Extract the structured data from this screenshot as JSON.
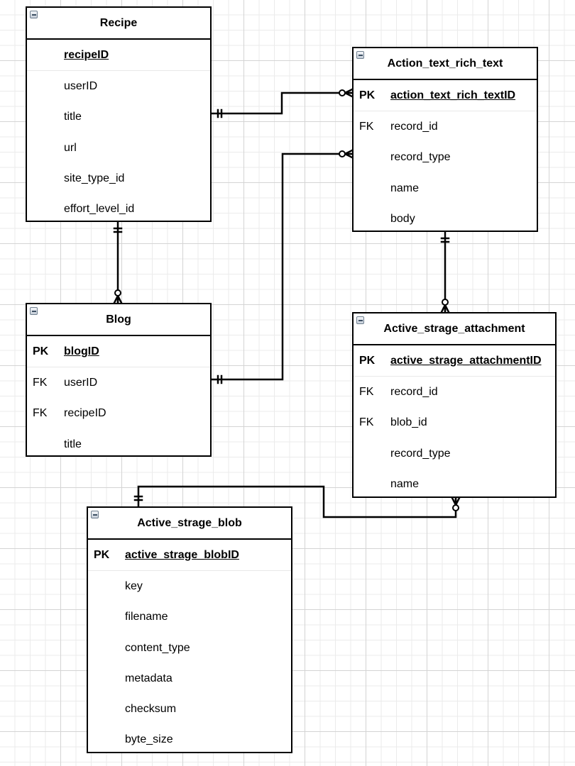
{
  "entities": {
    "recipe": {
      "title": "Recipe",
      "rows": [
        {
          "key": "",
          "name": "recipeID",
          "pk": true
        },
        {
          "key": "",
          "name": "userID"
        },
        {
          "key": "",
          "name": "title"
        },
        {
          "key": "",
          "name": "url"
        },
        {
          "key": "",
          "name": "site_type_id"
        },
        {
          "key": "",
          "name": "effort_level_id"
        }
      ]
    },
    "action_text_rich_text": {
      "title": "Action_text_rich_text",
      "rows": [
        {
          "key": "PK",
          "name": "action_text_rich_textID",
          "pk": true
        },
        {
          "key": "FK",
          "name": "record_id"
        },
        {
          "key": "",
          "name": "record_type"
        },
        {
          "key": "",
          "name": "name"
        },
        {
          "key": "",
          "name": "body"
        }
      ]
    },
    "blog": {
      "title": "Blog",
      "rows": [
        {
          "key": "PK",
          "name": "blogID",
          "pk": true
        },
        {
          "key": "FK",
          "name": "userID"
        },
        {
          "key": "FK",
          "name": "recipeID"
        },
        {
          "key": "",
          "name": "title"
        }
      ]
    },
    "active_strage_attachment": {
      "title": "Active_strage_attachment",
      "rows": [
        {
          "key": "PK",
          "name": "active_strage_attachmentID",
          "pk": true
        },
        {
          "key": "FK",
          "name": "record_id"
        },
        {
          "key": "FK",
          "name": "blob_id"
        },
        {
          "key": "",
          "name": "record_type"
        },
        {
          "key": "",
          "name": "name"
        }
      ]
    },
    "active_strage_blob": {
      "title": "Active_strage_blob",
      "rows": [
        {
          "key": "PK",
          "name": "active_strage_blobID",
          "pk": true
        },
        {
          "key": "",
          "name": "key"
        },
        {
          "key": "",
          "name": "filename"
        },
        {
          "key": "",
          "name": "content_type"
        },
        {
          "key": "",
          "name": "metadata"
        },
        {
          "key": "",
          "name": "checksum"
        },
        {
          "key": "",
          "name": "byte_size"
        }
      ]
    }
  },
  "relationships": [
    {
      "from": "recipe",
      "to": "action_text_rich_text",
      "from_end": "one-mandatory",
      "to_end": "zero-or-many"
    },
    {
      "from": "blog",
      "to": "action_text_rich_text",
      "from_end": "one-mandatory",
      "to_end": "zero-or-many"
    },
    {
      "from": "recipe",
      "to": "blog",
      "from_end": "one-mandatory",
      "to_end": "zero-or-many"
    },
    {
      "from": "action_text_rich_text",
      "to": "active_strage_attachment",
      "from_end": "one-mandatory",
      "to_end": "zero-or-many"
    },
    {
      "from": "active_strage_blob",
      "to": "active_strage_attachment",
      "from_end": "one-mandatory",
      "to_end": "zero-or-many"
    }
  ]
}
